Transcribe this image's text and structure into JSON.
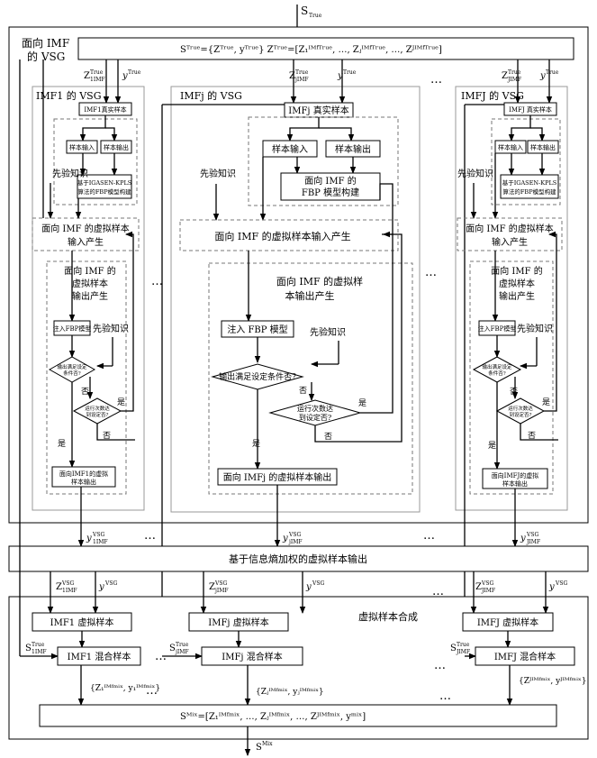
{
  "top_input": "S",
  "top_input_sup": "True",
  "outer_title": "面向 IMF\n的 VSG",
  "header_formula": "Sᵀʳᵘᵉ={Zᵀʳᵘᵉ, yᵀʳᵘᵉ}      Zᵀʳᵘᵉ=[Z₁ᴵᴹᶠᵀʳᵘᵉ, …, Zⱼᴵᴹᶠᵀʳᵘᵉ, …, Zᴶᴵᴹᶠᵀʳᵘᵉ]",
  "col_labels": {
    "z1": "Z",
    "z1_sub": "1IMF",
    "z1_sup": "True",
    "zj": "Z",
    "zj_sub": "jIMF",
    "zj_sup": "True",
    "zJ": "Z",
    "zJ_sub": "JIMF",
    "zJ_sup": "True",
    "y": "y",
    "y_sup": "True"
  },
  "ellipsis": "…",
  "left": {
    "title": "IMF1 的 VSG",
    "real_sample": "IMF1真实样本",
    "sample_in": "样本输入",
    "sample_out": "样本输出",
    "fbp1": "基于IGASEN-KPLS",
    "fbp2": "算法的FBP模型构建",
    "prior": "先验知识",
    "vin1": "面向 IMF 的虚拟样本",
    "vin2": "输入产生",
    "vout1": "面向 IMF 的",
    "vout2": "虚拟样本",
    "vout3": "输出产生",
    "inject": "注入FBP模型",
    "prior2": "先验知识",
    "cond1": "输出满足设定",
    "cond2": "条件否?",
    "no": "否",
    "iter1": "运行次数达",
    "iter2": "到设定否?",
    "yes": "是",
    "no2": "否",
    "yes2": "是",
    "out1": "面向IMF1的虚拟",
    "out2": "样本输出"
  },
  "middle": {
    "title": "IMFj 的 VSG",
    "real_sample": "IMFj 真实样本",
    "sample_in": "样本输入",
    "sample_out": "样本输出",
    "fbp1": "面向 IMF 的",
    "fbp2": "FBP 模型构建",
    "prior": "先验知识",
    "vin": "面向 IMF 的虚拟样本输入产生",
    "vout1": "面向 IMF 的虚拟样",
    "vout2": "本输出产生",
    "inject": "注入 FBP 模型",
    "prior2": "先验知识",
    "cond": "输出满足设定条件否?",
    "no": "否",
    "iter1": "运行次数达",
    "iter2": "到设定否?",
    "yes": "是",
    "no2": "否",
    "yes2": "是",
    "out": "面向 IMFj 的虚拟样本输出"
  },
  "right": {
    "title": "IMFJ 的 VSG",
    "real_sample": "IMFJ 真实样本",
    "sample_in": "样本输入",
    "sample_out": "样本输出",
    "fbp1": "基于IGASEN-KPLS",
    "fbp2": "算法的FBP模型构建",
    "prior": "先验知识",
    "vin1": "面向 IMF 的虚拟样本",
    "vin2": "输入产生",
    "vout1": "面向 IMF 的",
    "vout2": "虚拟样本",
    "vout3": "输出产生",
    "inject": "注入FBP模型",
    "prior2": "先验知识",
    "cond1": "输出满足设定",
    "cond2": "条件否?",
    "no": "否",
    "iter1": "运行次数达",
    "iter2": "到设定否?",
    "yes": "是",
    "no2": "否",
    "yes2": "是",
    "out1": "面向IMFJ的虚拟",
    "out2": "样本输出"
  },
  "vsg_outputs": {
    "y": "y",
    "sup": "VSG",
    "s1": "1IMF",
    "sj": "jIMF",
    "sJ": "JIMF"
  },
  "entropy_box": "基于信息熵加权的虚拟样本输出",
  "synthesis_title": "虚拟样本合成",
  "synth_labels": {
    "z": "Z",
    "y": "y",
    "sup": "VSG",
    "s1": "1IMF",
    "sj": "jIMF",
    "sJ": "JIMF"
  },
  "virtual": {
    "b1": "IMF1 虚拟样本",
    "bj": "IMFj 虚拟样本",
    "bJ": "IMFJ 虚拟样本"
  },
  "mixed": {
    "b1": "IMF1 混合样本",
    "bj": "IMFj 混合样本",
    "bJ": "IMFJ 混合样本"
  },
  "true_labels": {
    "s": "S",
    "sup": "True",
    "s1": "1IMF",
    "sj": "jIMF",
    "sJ": "JIMF"
  },
  "mix_labels": {
    "l1": "{Z₁ᴵᴹᶠᵐⁱˣ, y₁ᴵᴹᶠᵐⁱˣ}",
    "lj": "{Zⱼᴵᴹᶠᵐⁱˣ, yⱼᴵᴹᶠᵐⁱˣ}",
    "lJ": "{Zᴶᴵᴹᶠᵐⁱˣ, yᴶᴵᴹᶠᵐⁱˣ}"
  },
  "final_formula": "Sᴹⁱˣ=[Z₁ᴵᴹᶠᵐⁱˣ, …, Zⱼᴵᴹᶠᵐⁱˣ, …, Zᴶᴵᴹᶠᵐⁱˣ, yᵐⁱˣ]",
  "final_output": "S",
  "final_output_sup": "Mix"
}
